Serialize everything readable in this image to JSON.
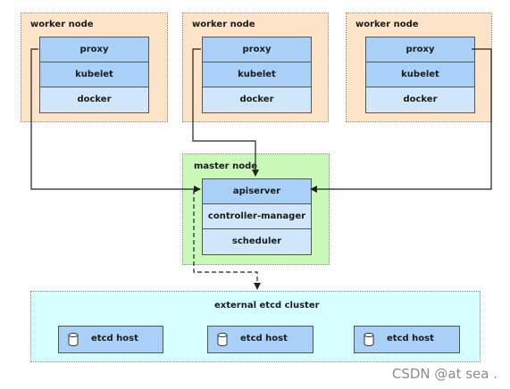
{
  "workers": [
    {
      "title": "worker node",
      "proxy": "proxy",
      "kubelet": "kubelet",
      "docker": "docker"
    },
    {
      "title": "worker node",
      "proxy": "proxy",
      "kubelet": "kubelet",
      "docker": "docker"
    },
    {
      "title": "worker node",
      "proxy": "proxy",
      "kubelet": "kubelet",
      "docker": "docker"
    }
  ],
  "master": {
    "title": "master node",
    "apiserver": "apiserver",
    "controller_manager": "controller-manager",
    "scheduler": "scheduler"
  },
  "etcd": {
    "title": "external etcd cluster",
    "hosts": [
      "etcd host",
      "etcd host",
      "etcd host"
    ]
  },
  "watermark": "CSDN @at sea .",
  "colors": {
    "worker_bg": "#fde3c8",
    "master_bg": "#c9f8b8",
    "etcd_bg": "#d6ffff",
    "component_dark": "#a9d0f7",
    "component_light": "#cfe6fb"
  }
}
